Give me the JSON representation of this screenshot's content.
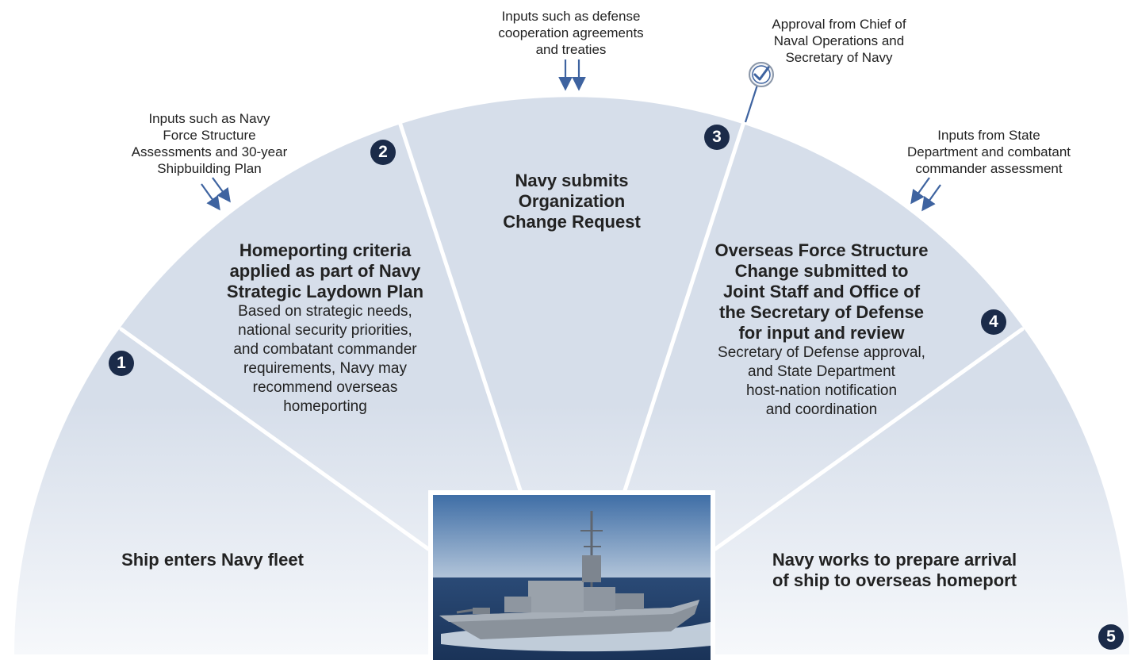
{
  "inputs": {
    "top": [
      "Inputs such as defense",
      "cooperation agreements",
      "and treaties"
    ],
    "left": [
      "Inputs such as Navy",
      "Force Structure",
      "Assessments and 30-year",
      "Shipbuilding Plan"
    ],
    "approval": [
      "Approval from Chief of",
      "Naval Operations and",
      "Secretary of Navy"
    ],
    "right": [
      "Inputs from State",
      "Department and combatant",
      "commander assessment"
    ]
  },
  "steps": [
    {
      "number": "1",
      "title": [
        "Ship enters Navy fleet"
      ],
      "body": []
    },
    {
      "number": "2",
      "title": [
        "Homeporting criteria",
        "applied as part of Navy",
        "Strategic Laydown Plan"
      ],
      "body": [
        "Based on strategic needs,",
        "national security priorities,",
        "and combatant commander",
        "requirements, Navy may",
        "recommend overseas",
        "homeporting"
      ]
    },
    {
      "number": "3",
      "title": [
        "Navy submits",
        "Organization",
        "Change Request"
      ],
      "body": []
    },
    {
      "number": "4",
      "title": [
        "Overseas Force Structure",
        "Change submitted to",
        "Joint Staff and Office of",
        "the Secretary of Defense",
        "for input and review"
      ],
      "body": [
        "Secretary of Defense approval,",
        "and State Department",
        "host-nation notification",
        "and coordination"
      ]
    },
    {
      "number": "5",
      "title": [
        "Navy works to prepare arrival",
        "of ship to overseas homeport"
      ],
      "body": []
    }
  ],
  "colors": {
    "segment_fill": "#d6deea",
    "divider": "#ffffff",
    "arrow": "#3e63a0",
    "badge": "#1b2b49",
    "check_icon": "#3e63a0"
  },
  "icons": {
    "approval": "checkmark-circle-icon",
    "photo": "navy-destroyer-ship-photo"
  }
}
